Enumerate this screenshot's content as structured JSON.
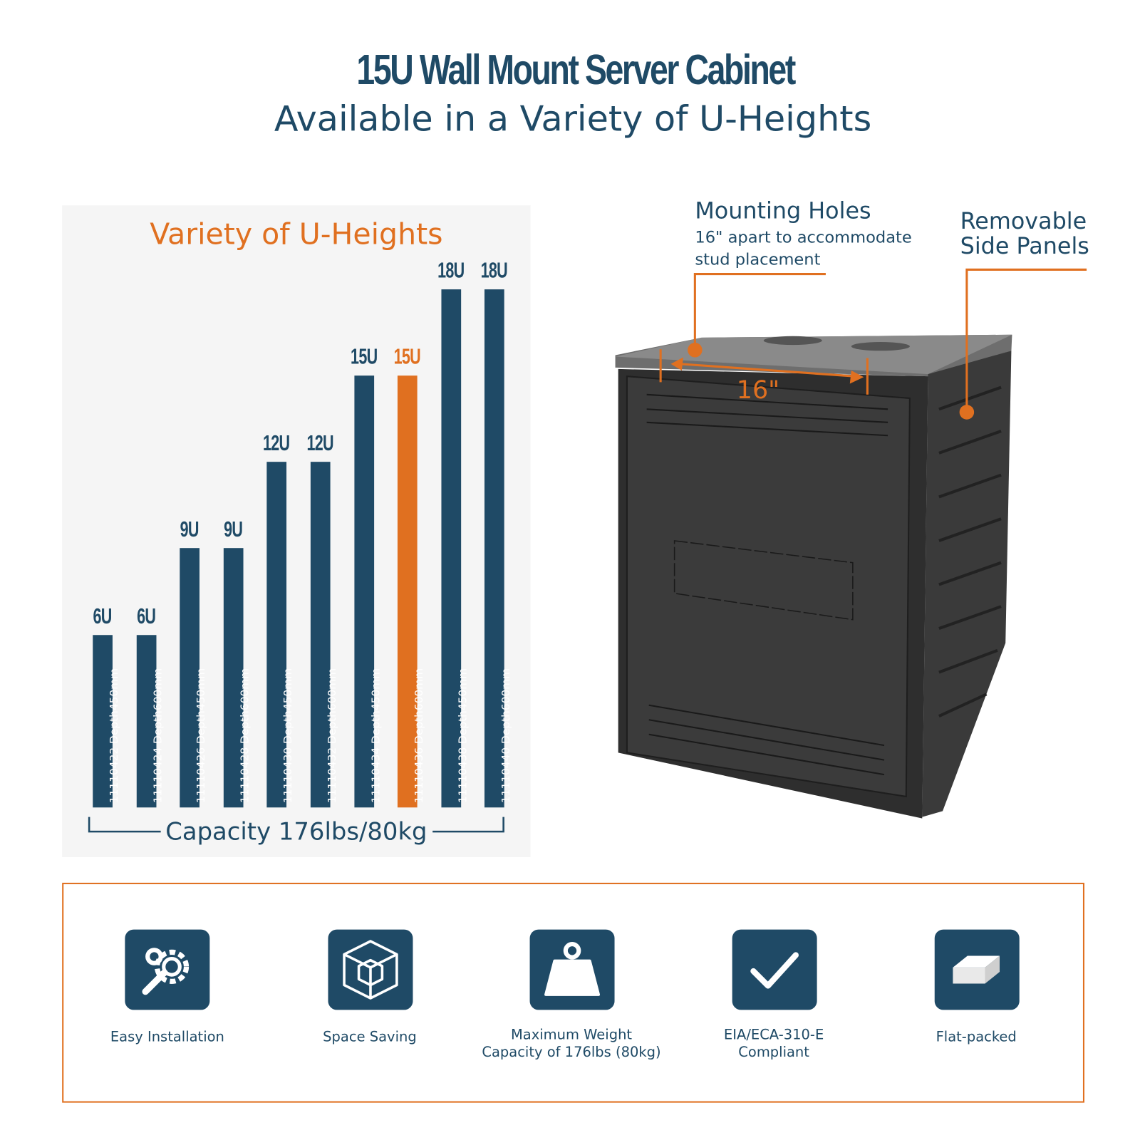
{
  "header": {
    "title": "15U Wall Mount Server Cabinet",
    "subtitle": "Available in a Variety of U-Heights"
  },
  "colors": {
    "navy": "#1f4a66",
    "orange": "#e07020"
  },
  "chart_data": {
    "type": "bar",
    "title": "Variety of U-Heights",
    "categories": [
      "11110422 Depth450mm",
      "11110424 Depth600mm",
      "11110426 Depth450mm",
      "11110428 Depth600mm",
      "11110430 Depth450mm",
      "11110432 Depth600mm",
      "11110434 Depth450mm",
      "11110436 Depth600mm",
      "11110438 Depth450mm",
      "11110440 Depth600mm"
    ],
    "values": [
      6,
      6,
      9,
      9,
      12,
      12,
      15,
      15,
      18,
      18
    ],
    "value_labels": [
      "6U",
      "6U",
      "9U",
      "9U",
      "12U",
      "12U",
      "15U",
      "15U",
      "18U",
      "18U"
    ],
    "highlight_index": 7,
    "xlabel": "Capacity 176lbs/80kg",
    "ylim": [
      0,
      18
    ]
  },
  "callouts": {
    "mounting": {
      "title": "Mounting Holes",
      "line1": "16\" apart to accommodate",
      "line2": "stud placement",
      "measure": "16\""
    },
    "panels": {
      "line1": "Removable",
      "line2": "Side Panels"
    }
  },
  "features": [
    {
      "icon": "gear-wrench-icon",
      "lines": [
        "Easy Installation"
      ]
    },
    {
      "icon": "cube-icon",
      "lines": [
        "Space Saving"
      ]
    },
    {
      "icon": "weight-icon",
      "lines": [
        "Maximum Weight",
        "Capacity of 176lbs (80kg)"
      ]
    },
    {
      "icon": "checkmark-icon",
      "lines": [
        "EIA/ECA-310-E",
        "Compliant"
      ]
    },
    {
      "icon": "flat-box-icon",
      "lines": [
        "Flat-packed"
      ]
    }
  ]
}
